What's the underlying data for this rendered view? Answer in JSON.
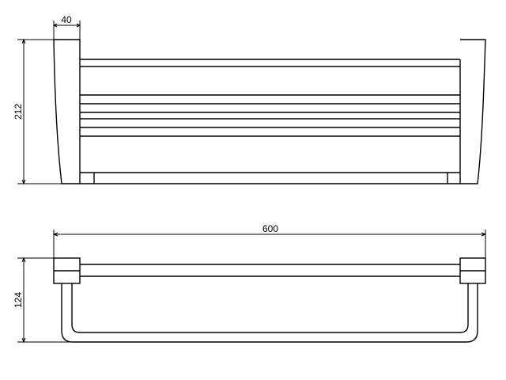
{
  "dimensions": {
    "top_view_width": "40",
    "top_view_height": "212",
    "front_view_length": "600",
    "front_view_height": "124"
  },
  "colors": {
    "line": "#000000",
    "background": "#ffffff"
  }
}
